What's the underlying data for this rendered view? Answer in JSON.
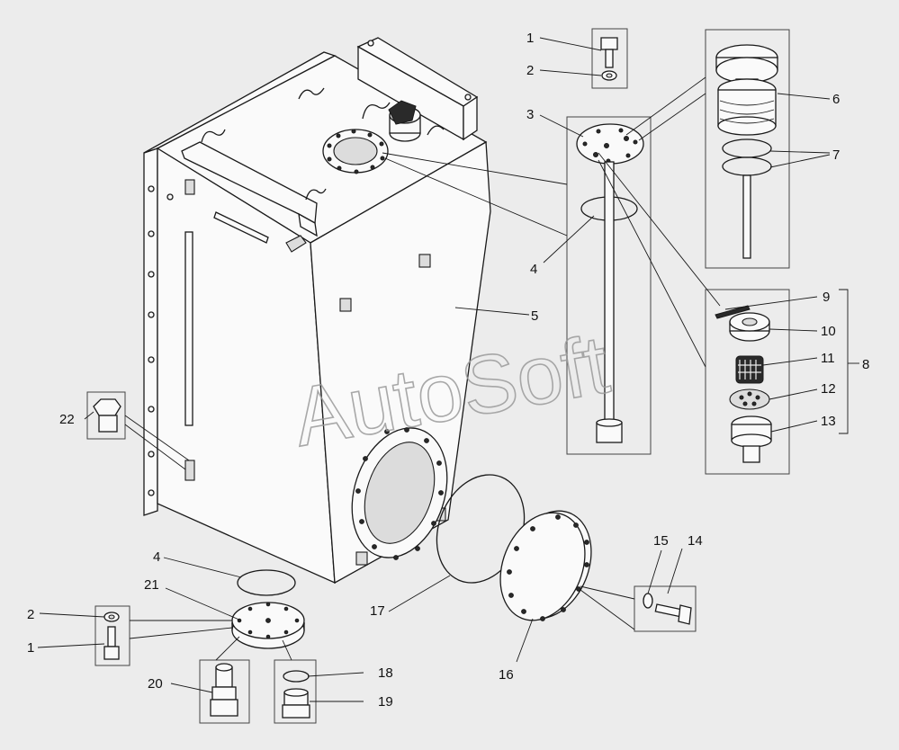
{
  "watermark": "AutoSoft",
  "callouts": {
    "c1_top": "1",
    "c2_top": "2",
    "c3": "3",
    "c4_mid": "4",
    "c5": "5",
    "c6": "6",
    "c7": "7",
    "c8": "8",
    "c9": "9",
    "c10": "10",
    "c11": "11",
    "c12": "12",
    "c13": "13",
    "c14": "14",
    "c15": "15",
    "c16": "16",
    "c17": "17",
    "c18": "18",
    "c19": "19",
    "c20": "20",
    "c21": "21",
    "c22": "22",
    "c4_bottom": "4",
    "c2_bottom": "2",
    "c1_bottom": "1"
  }
}
